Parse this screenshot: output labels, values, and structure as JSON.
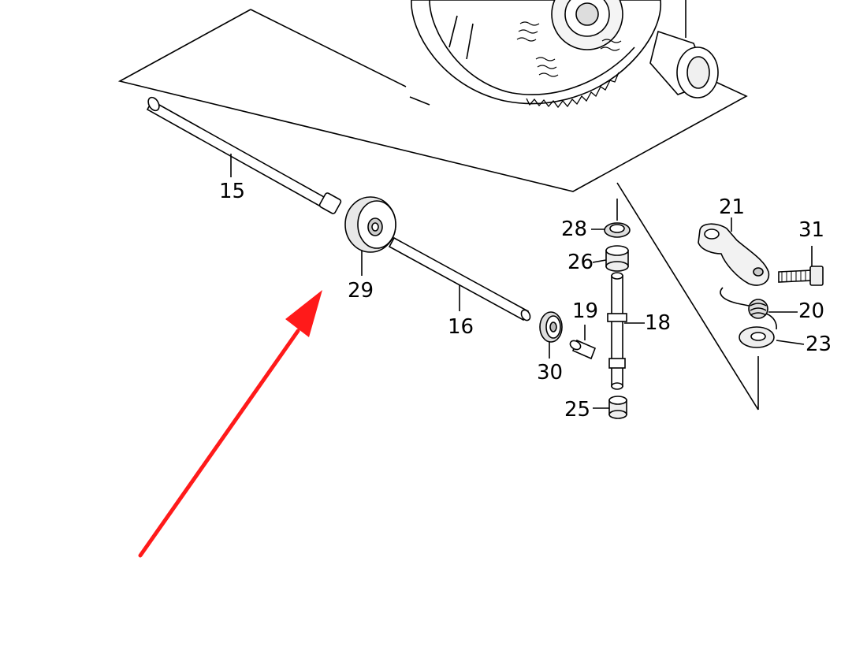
{
  "callouts": {
    "p15": "15",
    "p16": "16",
    "p18": "18",
    "p19": "19",
    "p20": "20",
    "p21": "21",
    "p23": "23",
    "p25": "25",
    "p26": "26",
    "p28": "28",
    "p29": "29",
    "p30": "30",
    "p31": "31"
  },
  "colors": {
    "line": "#000000",
    "arrow": "#ff1a1a",
    "background": "#ffffff"
  },
  "icons": {
    "pointer": "red-arrow-icon"
  }
}
